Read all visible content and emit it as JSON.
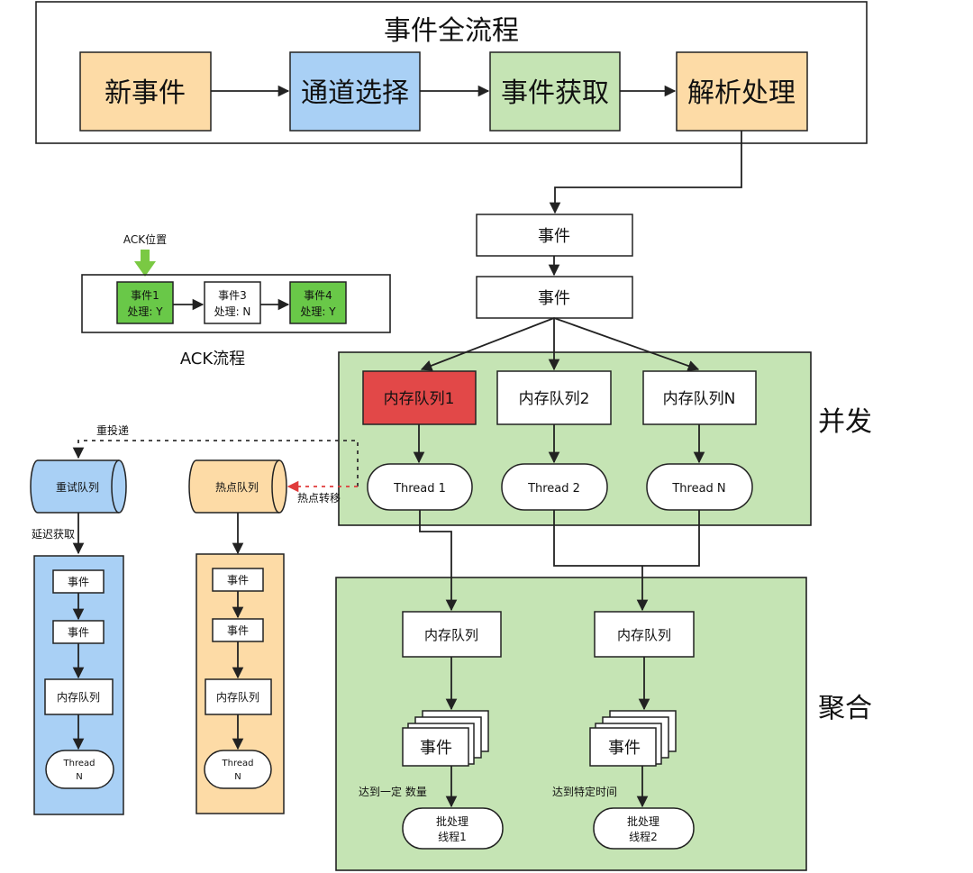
{
  "main_flow": {
    "title": "事件全流程",
    "steps": [
      "新事件",
      "通道选择",
      "事件获取",
      "解析处理"
    ]
  },
  "event_boxes": [
    "事件",
    "事件"
  ],
  "ack": {
    "pointer_label": "ACK位置",
    "title": "ACK流程",
    "items": [
      {
        "line1": "事件1",
        "line2": "处理: Y"
      },
      {
        "line1": "事件3",
        "line2": "处理: N"
      },
      {
        "line1": "事件4",
        "line2": "处理: Y"
      }
    ]
  },
  "concurrent": {
    "label": "并发",
    "queues": [
      "内存队列1",
      "内存队列2",
      "内存队列N"
    ],
    "threads": [
      "Thread 1",
      "Thread 2",
      "Thread N"
    ]
  },
  "aggregate": {
    "label": "聚合",
    "queues": [
      "内存队列",
      "内存队列"
    ],
    "events": [
      "事件",
      "事件"
    ],
    "conditions": [
      "达到一定 数量",
      "达到特定时间"
    ],
    "batch": [
      {
        "line1": "批处理",
        "line2": "线程1"
      },
      {
        "line1": "批处理",
        "line2": "线程2"
      }
    ]
  },
  "retry": {
    "redeliver_label": "重投递",
    "queue_label": "重试队列",
    "delay_label": "延迟获取",
    "events": [
      "事件",
      "事件"
    ],
    "mem_queue": "内存队列",
    "thread_line1": "Thread",
    "thread_line2": "N"
  },
  "hot": {
    "transfer_label": "热点转移",
    "queue_label": "热点队列",
    "events": [
      "事件",
      "事件"
    ],
    "mem_queue": "内存队列",
    "thread_line1": "Thread",
    "thread_line2": "N"
  },
  "colors": {
    "orange": "#fddba6",
    "blue": "#a9d0f5",
    "green": "#c5e4b4",
    "bright_green": "#69c848",
    "red": "#e24848",
    "arrow_green": "#7ac943",
    "arrow_red": "#e03b3b"
  }
}
